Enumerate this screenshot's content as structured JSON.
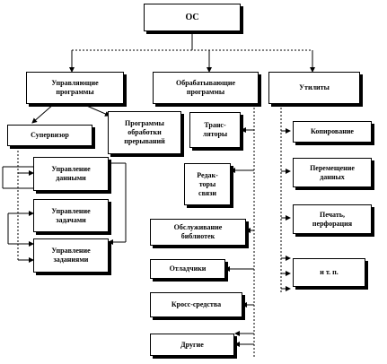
{
  "nodes": {
    "os": "ОС",
    "control": "Управляющие\nпрограммы",
    "processing": "Обрабатывающие\nпрограммы",
    "utilities": "Утилиты",
    "supervisor": "Супервизор",
    "interrupt": "Программы\nобработки\nпрерываний",
    "data_mgmt": "Управление\nданными",
    "task_mgmt": "Управление\nзадачами",
    "job_mgmt": "Управление\nзаданиями",
    "translators": "Транс-\nляторы",
    "editors": "Редак-\nторы\nсвязи",
    "library": "Обслуживание\nбиблиотек",
    "debuggers": "Отладчики",
    "cross": "Кросс-средства",
    "others": "Другие",
    "copy": "Копирование",
    "move": "Перемещение\nданных",
    "print": "Печать,\nперфорация",
    "etc": "и т. п."
  }
}
